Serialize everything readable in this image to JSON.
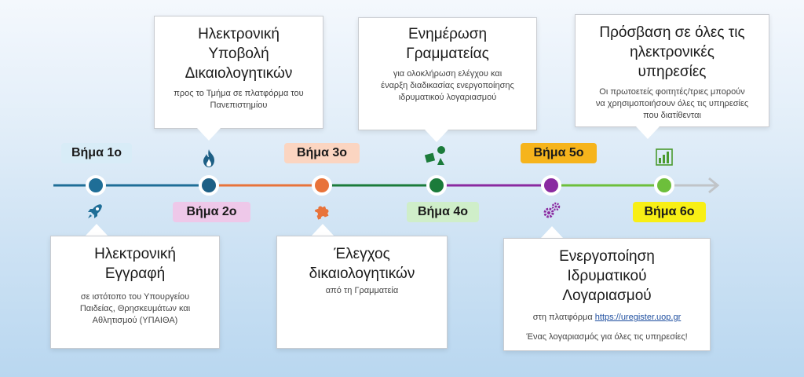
{
  "colors": {
    "step1": "#1f6e97",
    "step2": "#1d5f85",
    "step3": "#e8733a",
    "step4": "#1b7b3a",
    "step5": "#8a2aa0",
    "step6": "#6dbf3b",
    "arrow": "#c0c4c8"
  },
  "steps": [
    {
      "label": "Βήμα 1ο",
      "title_lines": [
        "Ηλεκτρονική",
        "Εγγραφή"
      ],
      "desc_lines": [
        "σε ιστότοπο του Υπουργείου",
        "Παιδείας, Θρησκευμάτων και",
        "Αθλητισμού (ΥΠΑΙΘΑ)"
      ],
      "icon": "rocket-icon"
    },
    {
      "label": "Βήμα 2ο",
      "title_lines": [
        "Ηλεκτρονική",
        "Υποβολή",
        "Δικαιολογητικών"
      ],
      "desc_lines": [
        "προς το Τμήμα σε πλατφόρμα του",
        "Πανεπιστημίου"
      ],
      "icon": "flame-icon"
    },
    {
      "label": "Βήμα 3ο",
      "title_lines": [
        "Έλεγχος",
        "δικαιολογητικών"
      ],
      "desc_lines": [
        "από τη Γραμματεία"
      ],
      "icon": "puzzle-icon"
    },
    {
      "label": "Βήμα 4ο",
      "title_lines": [
        "Ενημέρωση",
        "Γραμματείας"
      ],
      "desc_lines": [
        "για ολοκλήρωση ελέγχου και",
        "έναρξη διαδικασίας ενεργοποίησης",
        "ιδρυματικού λογαριασμού"
      ],
      "icon": "shapes-icon"
    },
    {
      "label": "Βήμα 5ο",
      "title_lines": [
        "Ενεργοποίηση",
        "Ιδρυματικού",
        "Λογαριασμού"
      ],
      "desc_prefix": "στη  πλατφόρμα ",
      "desc_link": "https://uregister.uop.gr",
      "desc_extra": "Ένας λογαριασμός για όλες τις υπηρεσίες!",
      "icon": "gears-icon"
    },
    {
      "label": "Βήμα 6ο",
      "title_lines": [
        "Πρόσβαση σε όλες τις",
        "ηλεκτρονικές",
        "υπηρεσίες"
      ],
      "desc_lines": [
        "Οι πρωτοετείς  φοιτητές/τριες μπορούν",
        "να χρησιμοποιήσουν όλες τις υπηρεσίες",
        "που διατίθενται"
      ],
      "icon": "bar-chart-icon"
    }
  ]
}
